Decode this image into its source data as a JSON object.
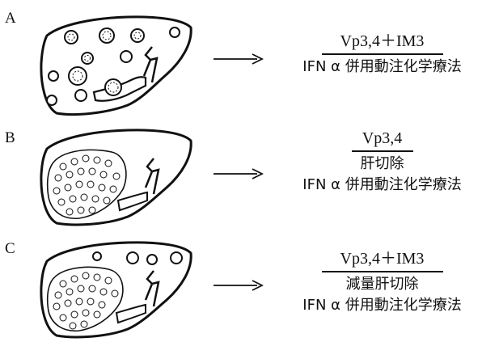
{
  "panels": [
    {
      "label": "A",
      "lines": [
        "Vp3,4＋IM3",
        "IFN α 併用動注化学療法"
      ]
    },
    {
      "label": "B",
      "lines": [
        "Vp3,4",
        "肝切除",
        "IFN α 併用動注化学療法"
      ]
    },
    {
      "label": "C",
      "lines": [
        "Vp3,4＋IM3",
        "減量肝切除",
        "IFN α 併用動注化学療法"
      ]
    }
  ]
}
